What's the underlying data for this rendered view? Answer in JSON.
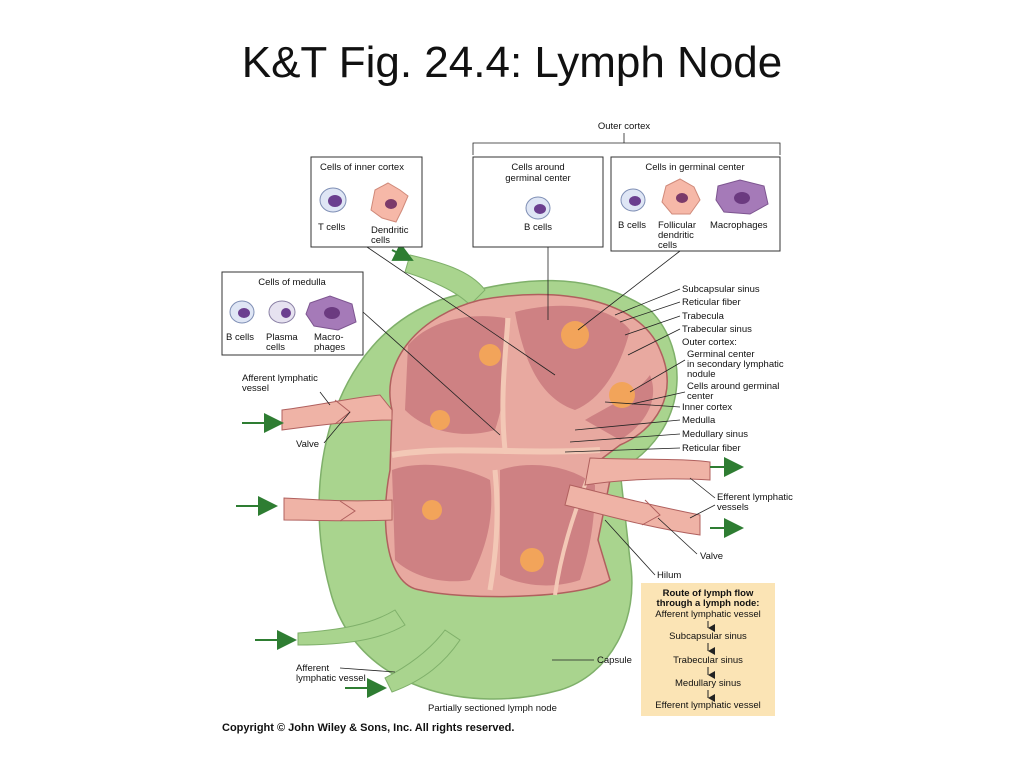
{
  "slide": {
    "title": "K&T Fig. 24.4:  Lymph Node"
  },
  "figure": {
    "outer_cortex_bracket": "Outer cortex",
    "box_inner_cortex": {
      "title": "Cells of inner cortex",
      "cells": [
        "T cells",
        "Dendritic",
        "cells"
      ]
    },
    "box_germinal_around": {
      "title_1": "Cells around",
      "title_2": "germinal center",
      "cells": [
        "B cells"
      ]
    },
    "box_germinal_center": {
      "title": "Cells in germinal center",
      "cells": [
        "B cells",
        "Follicular",
        "dendritic",
        "cells",
        "Macrophages"
      ]
    },
    "box_medulla": {
      "title": "Cells of medulla",
      "cells": [
        "B cells",
        "Plasma",
        "cells",
        "Macro-",
        "phages"
      ]
    },
    "right_labels": [
      "Subcapsular sinus",
      "Reticular fiber",
      "Trabecula",
      "Trabecular sinus",
      "Outer cortex:",
      "Germinal center",
      "in secondary lymphatic",
      "nodule",
      "Cells around germinal",
      "center",
      "Inner cortex",
      "Medulla",
      "Medullary sinus",
      "Reticular fiber"
    ],
    "left_labels": {
      "afferent_top_1": "Afferent lymphatic",
      "afferent_top_2": "vessel",
      "valve_left": "Valve",
      "afferent_bottom_1": "Afferent",
      "afferent_bottom_2": "lymphatic vessel"
    },
    "efferent_1": "Efferent lymphatic",
    "efferent_2": "vessels",
    "valve_right": "Valve",
    "hilum": "Hilum",
    "capsule": "Capsule",
    "caption": "Partially sectioned lymph node",
    "route": {
      "title_1": "Route of lymph flow",
      "title_2": "through a lymph node:",
      "steps": [
        "Afferent lymphatic vessel",
        "Subcapsular sinus",
        "Trabecular sinus",
        "Medullary sinus",
        "Efferent lymphatic vessel"
      ]
    },
    "copyright": "Copyright © John Wiley & Sons, Inc. All rights reserved.",
    "colors": {
      "capsule_green": "#a9d48e",
      "tissue_pink": "#e8a9a0",
      "tissue_dark": "#c97a7e",
      "germinal_orange": "#f2a45a",
      "vessel_pink": "#efb3a6",
      "route_box": "#fbe4b5",
      "arrow_green": "#2e7d32"
    }
  }
}
